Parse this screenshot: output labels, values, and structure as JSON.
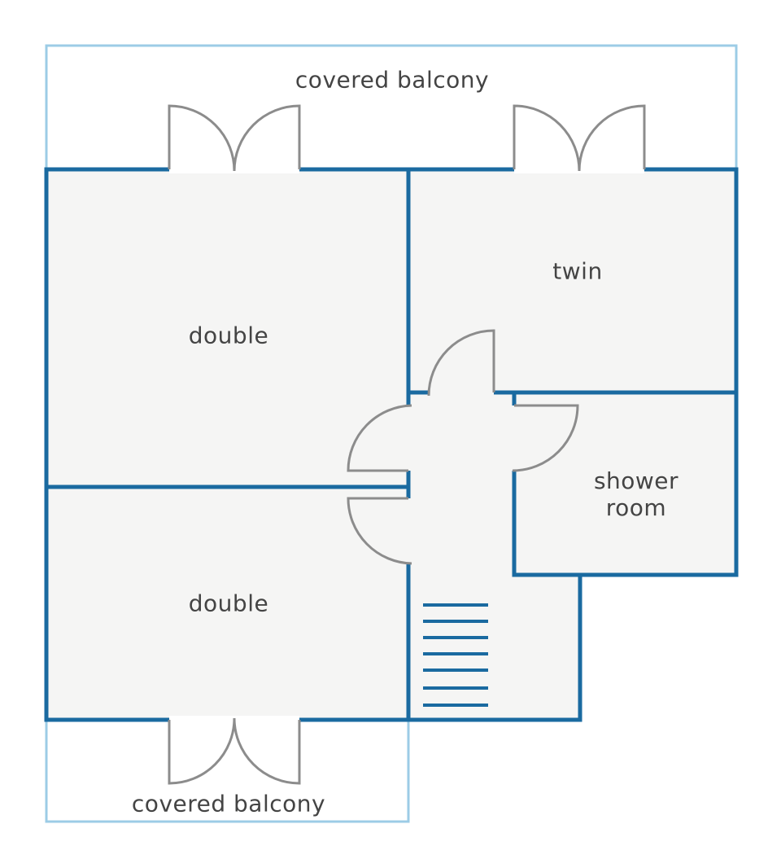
{
  "rooms": {
    "balcony_top": "covered balcony",
    "balcony_bottom": "covered balcony",
    "double_top": "double",
    "double_bottom": "double",
    "twin": "twin",
    "shower": "shower\nroom"
  },
  "colors": {
    "wall": "#1a6aa0",
    "balcony_outline": "#9ccce6",
    "room_fill": "#f5f5f4",
    "door": "#8c8c8c",
    "text": "#444444"
  }
}
